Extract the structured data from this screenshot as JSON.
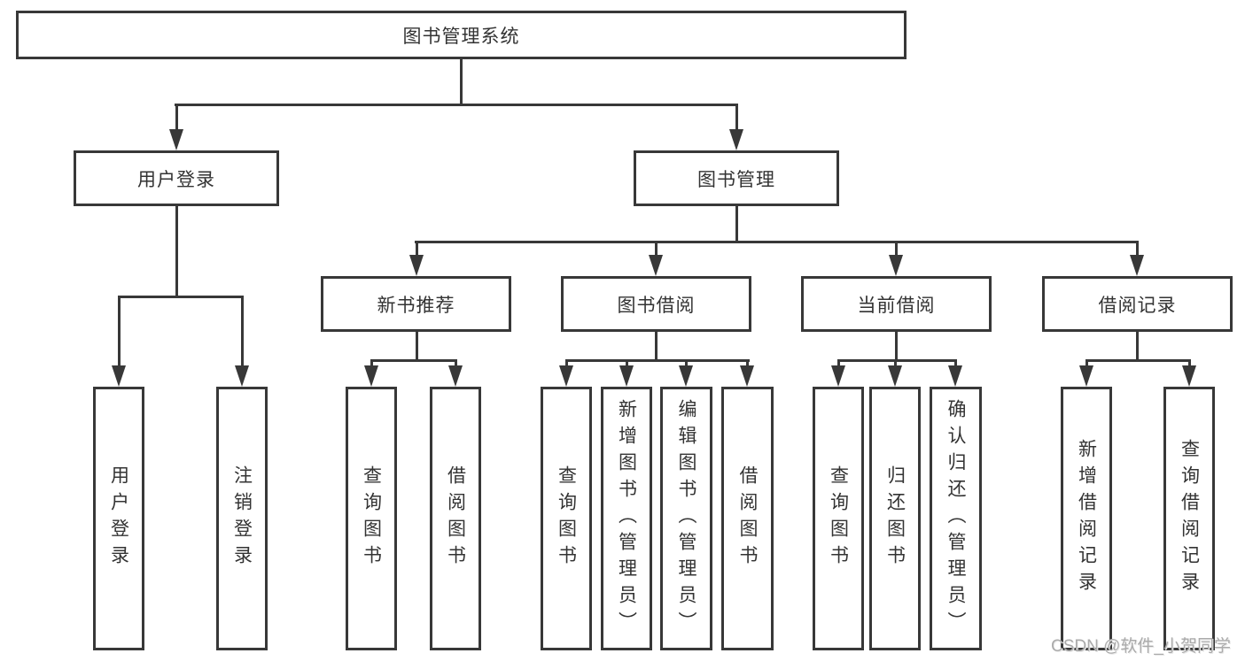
{
  "diagram": {
    "title": "图书管理系统",
    "colors": {
      "line": "#383838",
      "text": "#333333",
      "background": "#ffffff",
      "watermark": "#ababab"
    },
    "nodes": {
      "root": "图书管理系统",
      "user_login": "用户登录",
      "book_manage": "图书管理",
      "new_book": "新书推荐",
      "book_borrow": "图书借阅",
      "current_borrow": "当前借阅",
      "borrow_records": "借阅记录"
    },
    "leaves": {
      "login": [
        "用户登录",
        "注销登录"
      ],
      "new_book": [
        "查询图书",
        "借阅图书"
      ],
      "book_borrow": [
        "查询图书",
        "新增图书（管理员）",
        "编辑图书（管理员）",
        "借阅图书"
      ],
      "current_borrow": [
        "查询图书",
        "归还图书",
        "确认归还（管理员）"
      ],
      "borrow_records": [
        "新增借阅记录",
        "查询借阅记录"
      ]
    }
  },
  "watermark": {
    "text": "CSDN @软件_小贺同学"
  }
}
